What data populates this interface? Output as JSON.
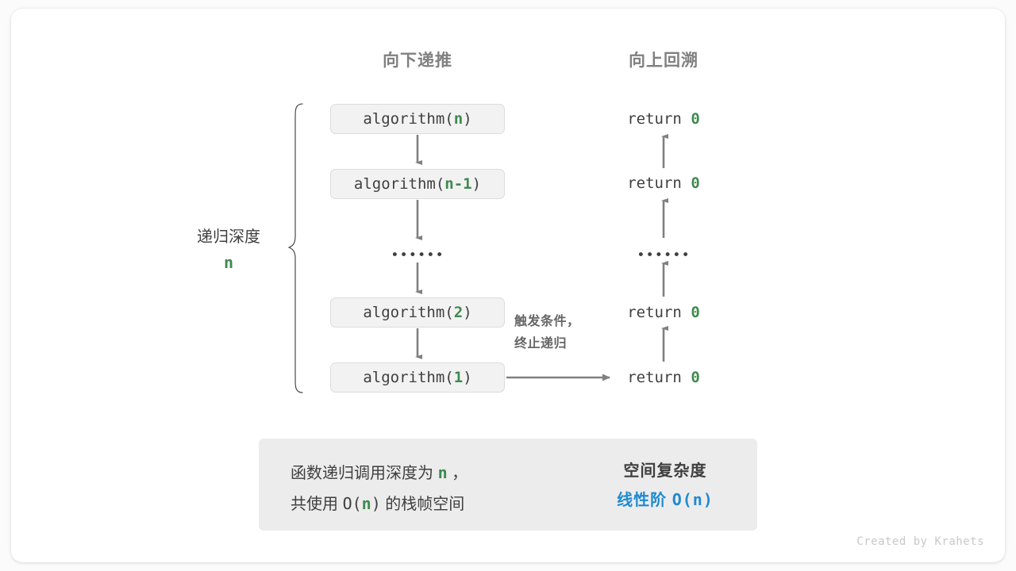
{
  "headers": {
    "down": "向下递推",
    "up": "向上回溯"
  },
  "depth": {
    "label": "递归深度",
    "value": "n"
  },
  "calls": [
    {
      "prefix": "algorithm(",
      "arg": "n",
      "suffix": ")"
    },
    {
      "prefix": "algorithm(",
      "arg": "n-1",
      "suffix": ")"
    },
    {
      "prefix": "algorithm(",
      "arg": "2",
      "suffix": ")"
    },
    {
      "prefix": "algorithm(",
      "arg": "1",
      "suffix": ")"
    }
  ],
  "ellipsis": "••••••",
  "returns": [
    {
      "text": "return ",
      "value": "0"
    },
    {
      "text": "return ",
      "value": "0"
    },
    {
      "text": "return ",
      "value": "0"
    },
    {
      "text": "return ",
      "value": "0"
    }
  ],
  "trigger_note": {
    "line1": "触发条件，",
    "line2": "终止递归"
  },
  "summary": {
    "left_line1_a": "函数递归调用深度为 ",
    "left_line1_n": "n",
    "left_line1_b": " ，",
    "left_line2_a": "共使用 ",
    "left_line2_mono_open": "O(",
    "left_line2_n": "n",
    "left_line2_mono_close": ")",
    "left_line2_b": " 的栈帧空间",
    "right_title": "空间复杂度",
    "right_value_text": "线性阶 ",
    "right_value_mono": "O(n)"
  },
  "credit": "Created by Krahets",
  "colors": {
    "accent_green": "#3f8a4f",
    "accent_blue": "#1f8ad0",
    "box_fill": "#f2f2f2",
    "box_border": "#dcdcdc",
    "arrow": "#808080",
    "panel_fill": "#ececec",
    "text": "#3f3f3f",
    "muted": "#808080"
  }
}
